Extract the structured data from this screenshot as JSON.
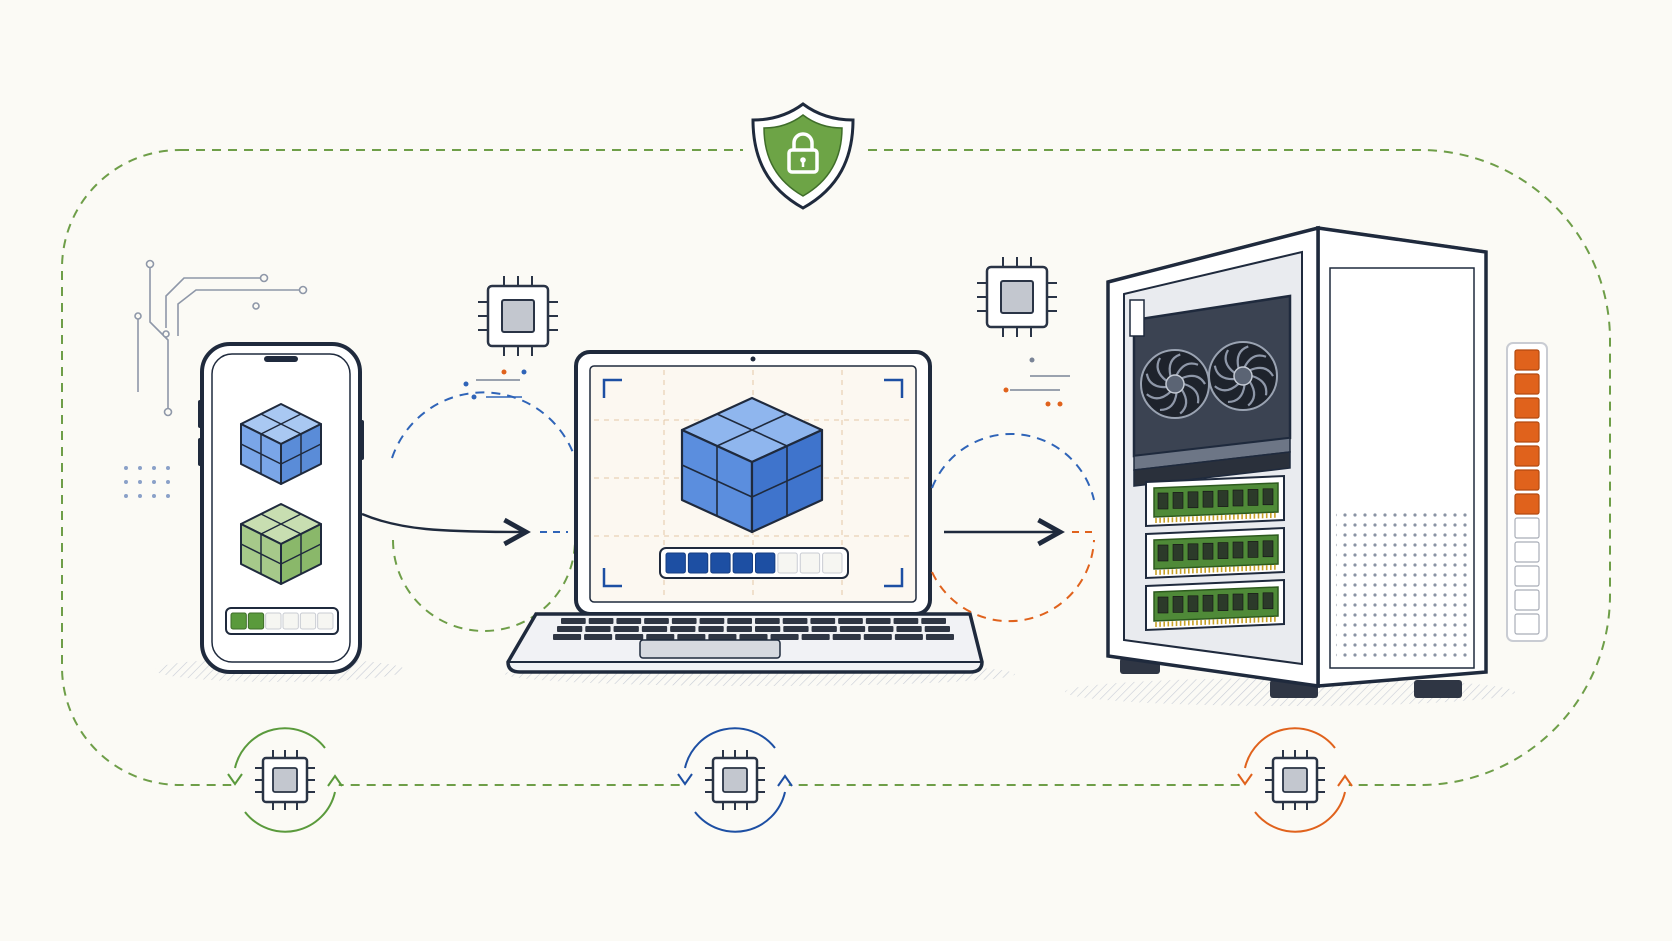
{
  "diagram": {
    "nodes": [
      {
        "id": "phone",
        "device": "smartphone",
        "model_icon": "cube-icon",
        "secondary_icon": "cube-icon",
        "progress": {
          "filled": 2,
          "total": 6
        },
        "accent": "#5a9a3c"
      },
      {
        "id": "laptop",
        "device": "laptop",
        "model_icon": "cube-icon",
        "progress": {
          "filled": 5,
          "total": 8
        },
        "accent": "#1d4fa3"
      },
      {
        "id": "server",
        "device": "desktop-tower",
        "parts": [
          "graphics-card",
          "memory-module",
          "memory-module",
          "memory-module"
        ],
        "progress": {
          "filled": 7,
          "total": 12
        },
        "accent": "#e0621c"
      }
    ],
    "edges": [
      {
        "from": "phone",
        "to": "laptop"
      },
      {
        "from": "laptop",
        "to": "server"
      }
    ],
    "loop_icon": "shield-lock-icon",
    "chip_icons": [
      "chip-icon",
      "chip-icon"
    ],
    "cycle_badges": [
      {
        "node": "phone",
        "icon": "chip-icon",
        "color": "#5a9a3c"
      },
      {
        "node": "laptop",
        "icon": "chip-icon",
        "color": "#1d4fa3"
      },
      {
        "node": "server",
        "icon": "chip-icon",
        "color": "#e0621c"
      }
    ],
    "colors": {
      "outline": "#1f2a3d",
      "green": "#5a9a3c",
      "blue": "#1d4fa3",
      "orange": "#e0621c",
      "cube_blue": "#6f9de3",
      "cube_green": "#9cc47b",
      "ram_green": "#4f8a38"
    }
  }
}
